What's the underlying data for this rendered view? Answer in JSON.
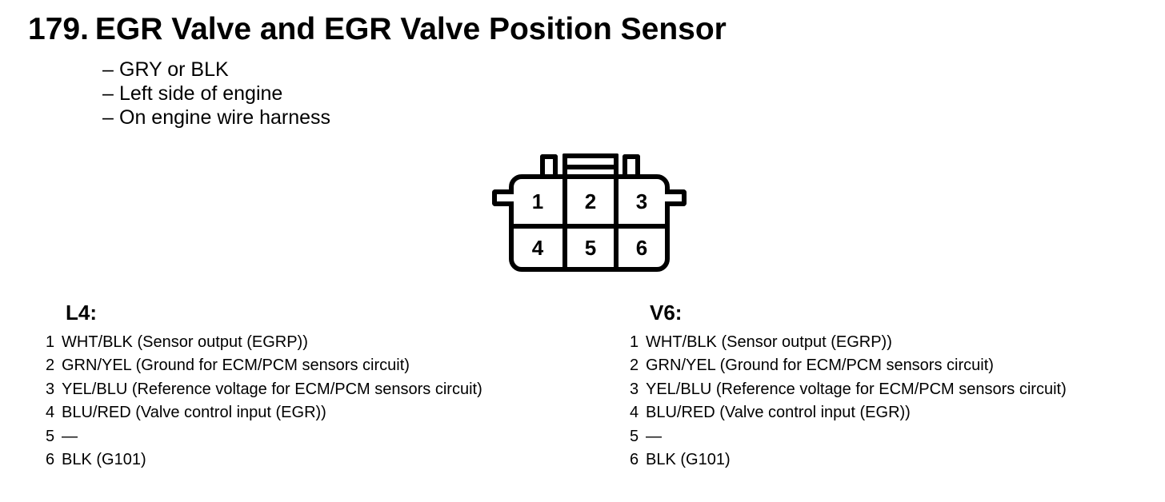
{
  "page": {
    "item_number": "179.",
    "title": "EGR Valve and EGR Valve Position Sensor",
    "bullet_prefix": "–",
    "bullets": [
      "GRY or BLK",
      "Left side of engine",
      "On engine wire harness"
    ]
  },
  "connector": {
    "description": "6-cavity connector, front view",
    "pins": [
      "1",
      "2",
      "3",
      "4",
      "5",
      "6"
    ]
  },
  "pinouts": [
    {
      "heading": "L4:",
      "rows": [
        {
          "num": "1",
          "desc": "WHT/BLK (Sensor output (EGRP))"
        },
        {
          "num": "2",
          "desc": "GRN/YEL (Ground for ECM/PCM sensors circuit)"
        },
        {
          "num": "3",
          "desc": "YEL/BLU (Reference voltage for ECM/PCM sensors circuit)"
        },
        {
          "num": "4",
          "desc": "BLU/RED (Valve control input (EGR))"
        },
        {
          "num": "5",
          "desc": "—"
        },
        {
          "num": "6",
          "desc": "BLK (G101)"
        }
      ]
    },
    {
      "heading": "V6:",
      "rows": [
        {
          "num": "1",
          "desc": "WHT/BLK (Sensor output (EGRP))"
        },
        {
          "num": "2",
          "desc": "GRN/YEL (Ground for ECM/PCM sensors circuit)"
        },
        {
          "num": "3",
          "desc": "YEL/BLU (Reference voltage for ECM/PCM sensors circuit)"
        },
        {
          "num": "4",
          "desc": "BLU/RED (Valve control input (EGR))"
        },
        {
          "num": "5",
          "desc": "—"
        },
        {
          "num": "6",
          "desc": "BLK (G101)"
        }
      ]
    }
  ],
  "colors": {
    "ink": "#000000",
    "paper": "#ffffff"
  }
}
